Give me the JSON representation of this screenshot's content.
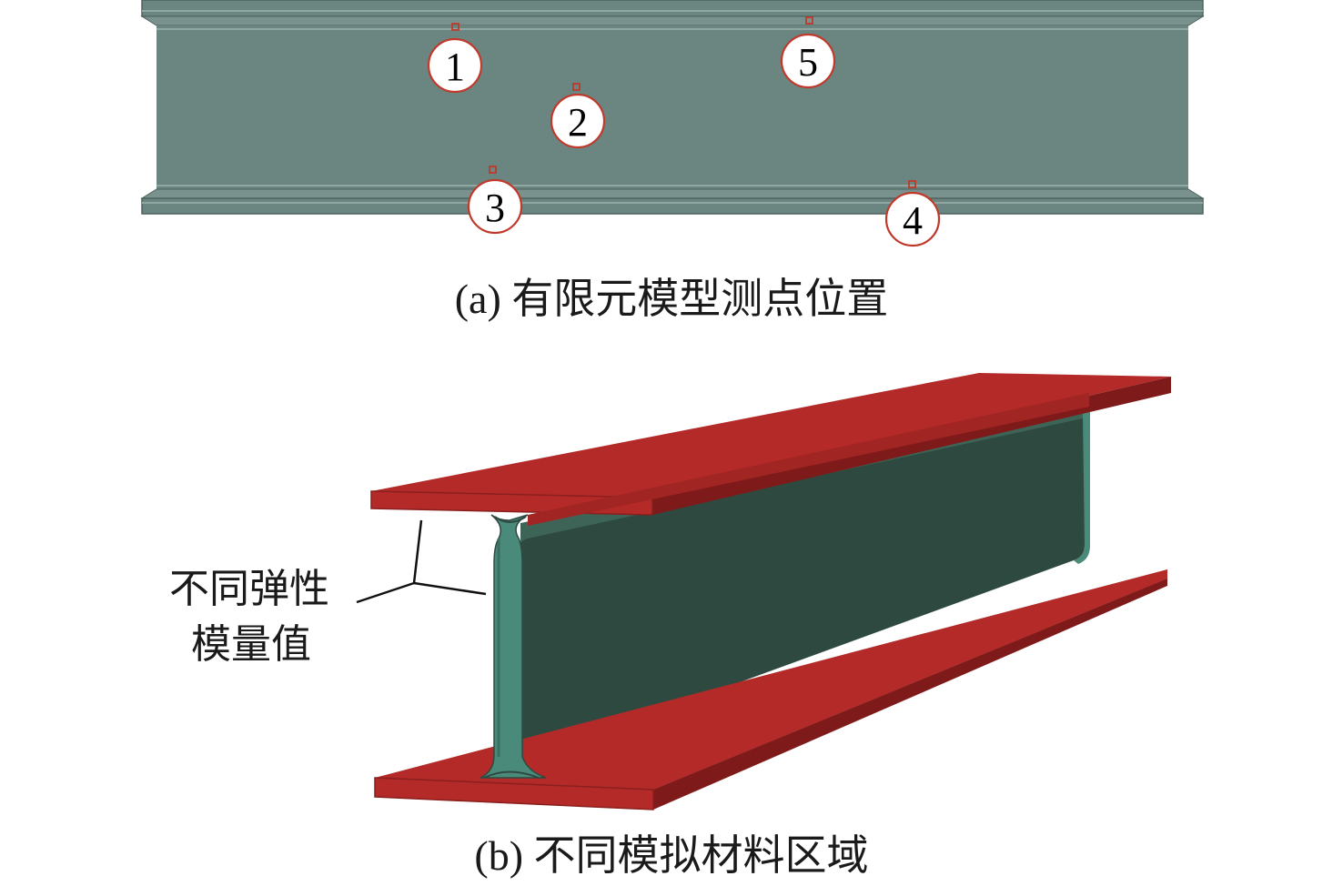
{
  "panel_a": {
    "caption": "(a) 有限元模型测点位置",
    "markers": [
      {
        "label": "1"
      },
      {
        "label": "2"
      },
      {
        "label": "3"
      },
      {
        "label": "4"
      },
      {
        "label": "5"
      }
    ]
  },
  "panel_b": {
    "caption": "(b) 不同模拟材料区域",
    "annotation_line1": "不同弹性",
    "annotation_line2": "模量值"
  },
  "colors": {
    "beam_side": "#6b8580",
    "flange_red": "#b42a28",
    "web_dark": "#2e4a40",
    "fillet_teal": "#4a8a7a",
    "marker_stroke": "#c0392b"
  }
}
